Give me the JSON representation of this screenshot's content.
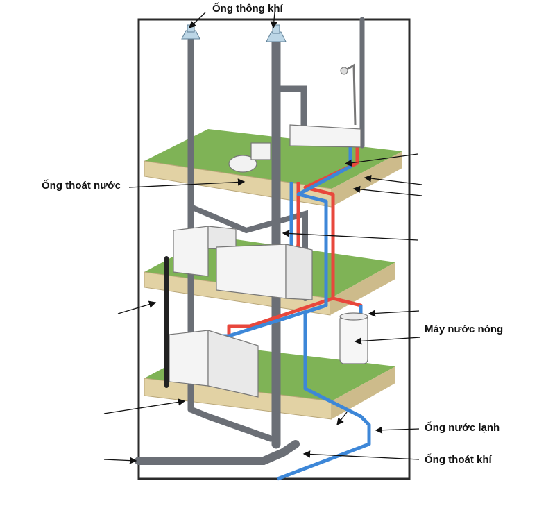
{
  "labels": {
    "vent_pipe": "Ống thông khí",
    "drain_pipe": "Ống thoát nước",
    "water_heater": "Máy nước nóng",
    "cold_water_pipe": "Ống nước lạnh",
    "air_exhaust_pipe": "Ống thoát khí"
  },
  "colors": {
    "floor_top": "#7fb356",
    "floor_side": "#e2d2a4",
    "pipe_gray": "#6b6f76",
    "hot_pipe": "#e8473c",
    "cold_pipe": "#3d87d8",
    "frame": "#2b2b2b"
  }
}
